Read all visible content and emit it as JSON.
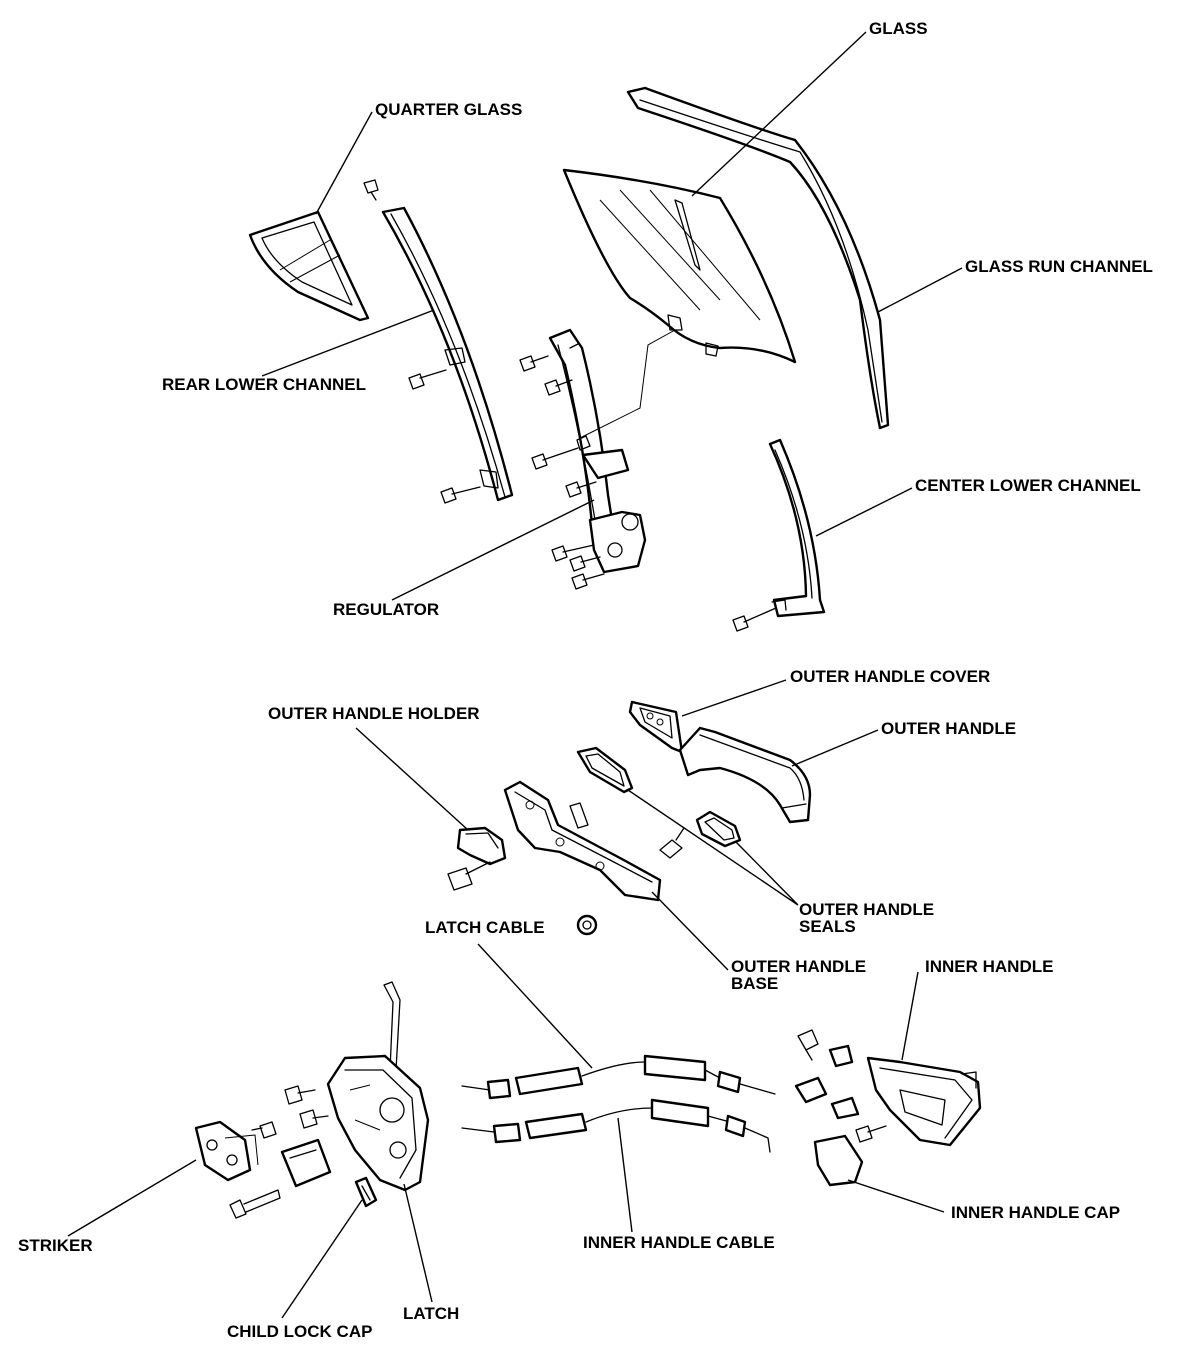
{
  "labels": {
    "glass": "GLASS",
    "quarter_glass": "QUARTER GLASS",
    "glass_run_channel": "GLASS RUN CHANNEL",
    "rear_lower_channel": "REAR LOWER CHANNEL",
    "center_lower_channel": "CENTER LOWER CHANNEL",
    "regulator": "REGULATOR",
    "outer_handle_cover": "OUTER HANDLE COVER",
    "outer_handle_holder": "OUTER HANDLE HOLDER",
    "outer_handle": "OUTER HANDLE",
    "outer_handle_seals_1": "OUTER HANDLE",
    "outer_handle_seals_2": "SEALS",
    "latch_cable": "LATCH CABLE",
    "outer_handle_base_1": "OUTER HANDLE",
    "outer_handle_base_2": "BASE",
    "inner_handle": "INNER HANDLE",
    "striker": "STRIKER",
    "inner_handle_cable": "INNER HANDLE CABLE",
    "inner_handle_cap": "INNER HANDLE CAP",
    "child_lock_cap": "CHILD LOCK CAP",
    "latch": "LATCH"
  }
}
